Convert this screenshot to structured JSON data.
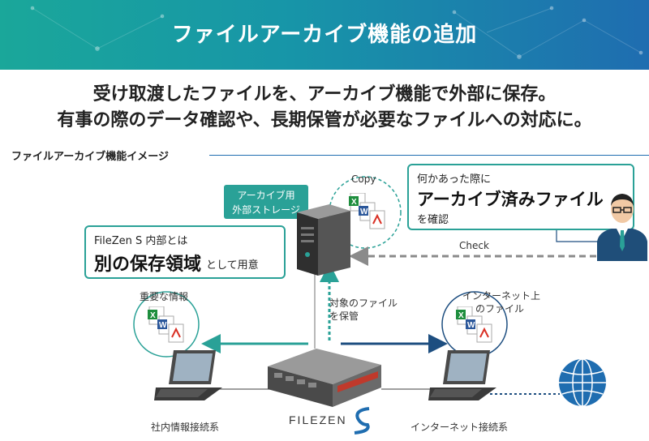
{
  "banner": {
    "title": "ファイルアーカイブ機能の追加"
  },
  "lead": {
    "line1": "受け取渡したファイルを、アーカイブ機能で外部に保存。",
    "line2": "有事の際のデータ確認や、長期保管が必要なファイルへの対応に。"
  },
  "section": {
    "title": "ファイルアーカイブ機能イメージ"
  },
  "storage": {
    "label_line1": "アーカイブ用",
    "label_line2": "外部ストレージ"
  },
  "internal_box": {
    "line1": "FileZen S 内部とは",
    "big": "別の保存領域",
    "suffix": "として用意"
  },
  "user_box": {
    "line1": "何かあった際に",
    "big": "アーカイブ済みファイル",
    "line3": "を確認"
  },
  "labels": {
    "copy": "Copy",
    "check": "Check",
    "save_line1": "対象のファイル",
    "save_line2": "を保管",
    "important": "重要な情報",
    "internet_files_line1": "インターネット上",
    "internet_files_line2": "のファイル",
    "internal_network": "社内情報接続系",
    "internet_network": "インターネット接続系",
    "brand": "FILEZEN"
  },
  "colors": {
    "teal": "#2aa197",
    "navy": "#1d4e80",
    "gray_arrow": "#8a8a8a",
    "globe": "#1f6db0"
  },
  "icons": [
    "excel-icon",
    "word-icon",
    "pdf-icon",
    "server-icon",
    "laptop-icon",
    "globe-icon",
    "appliance-icon",
    "user-avatar-icon"
  ]
}
